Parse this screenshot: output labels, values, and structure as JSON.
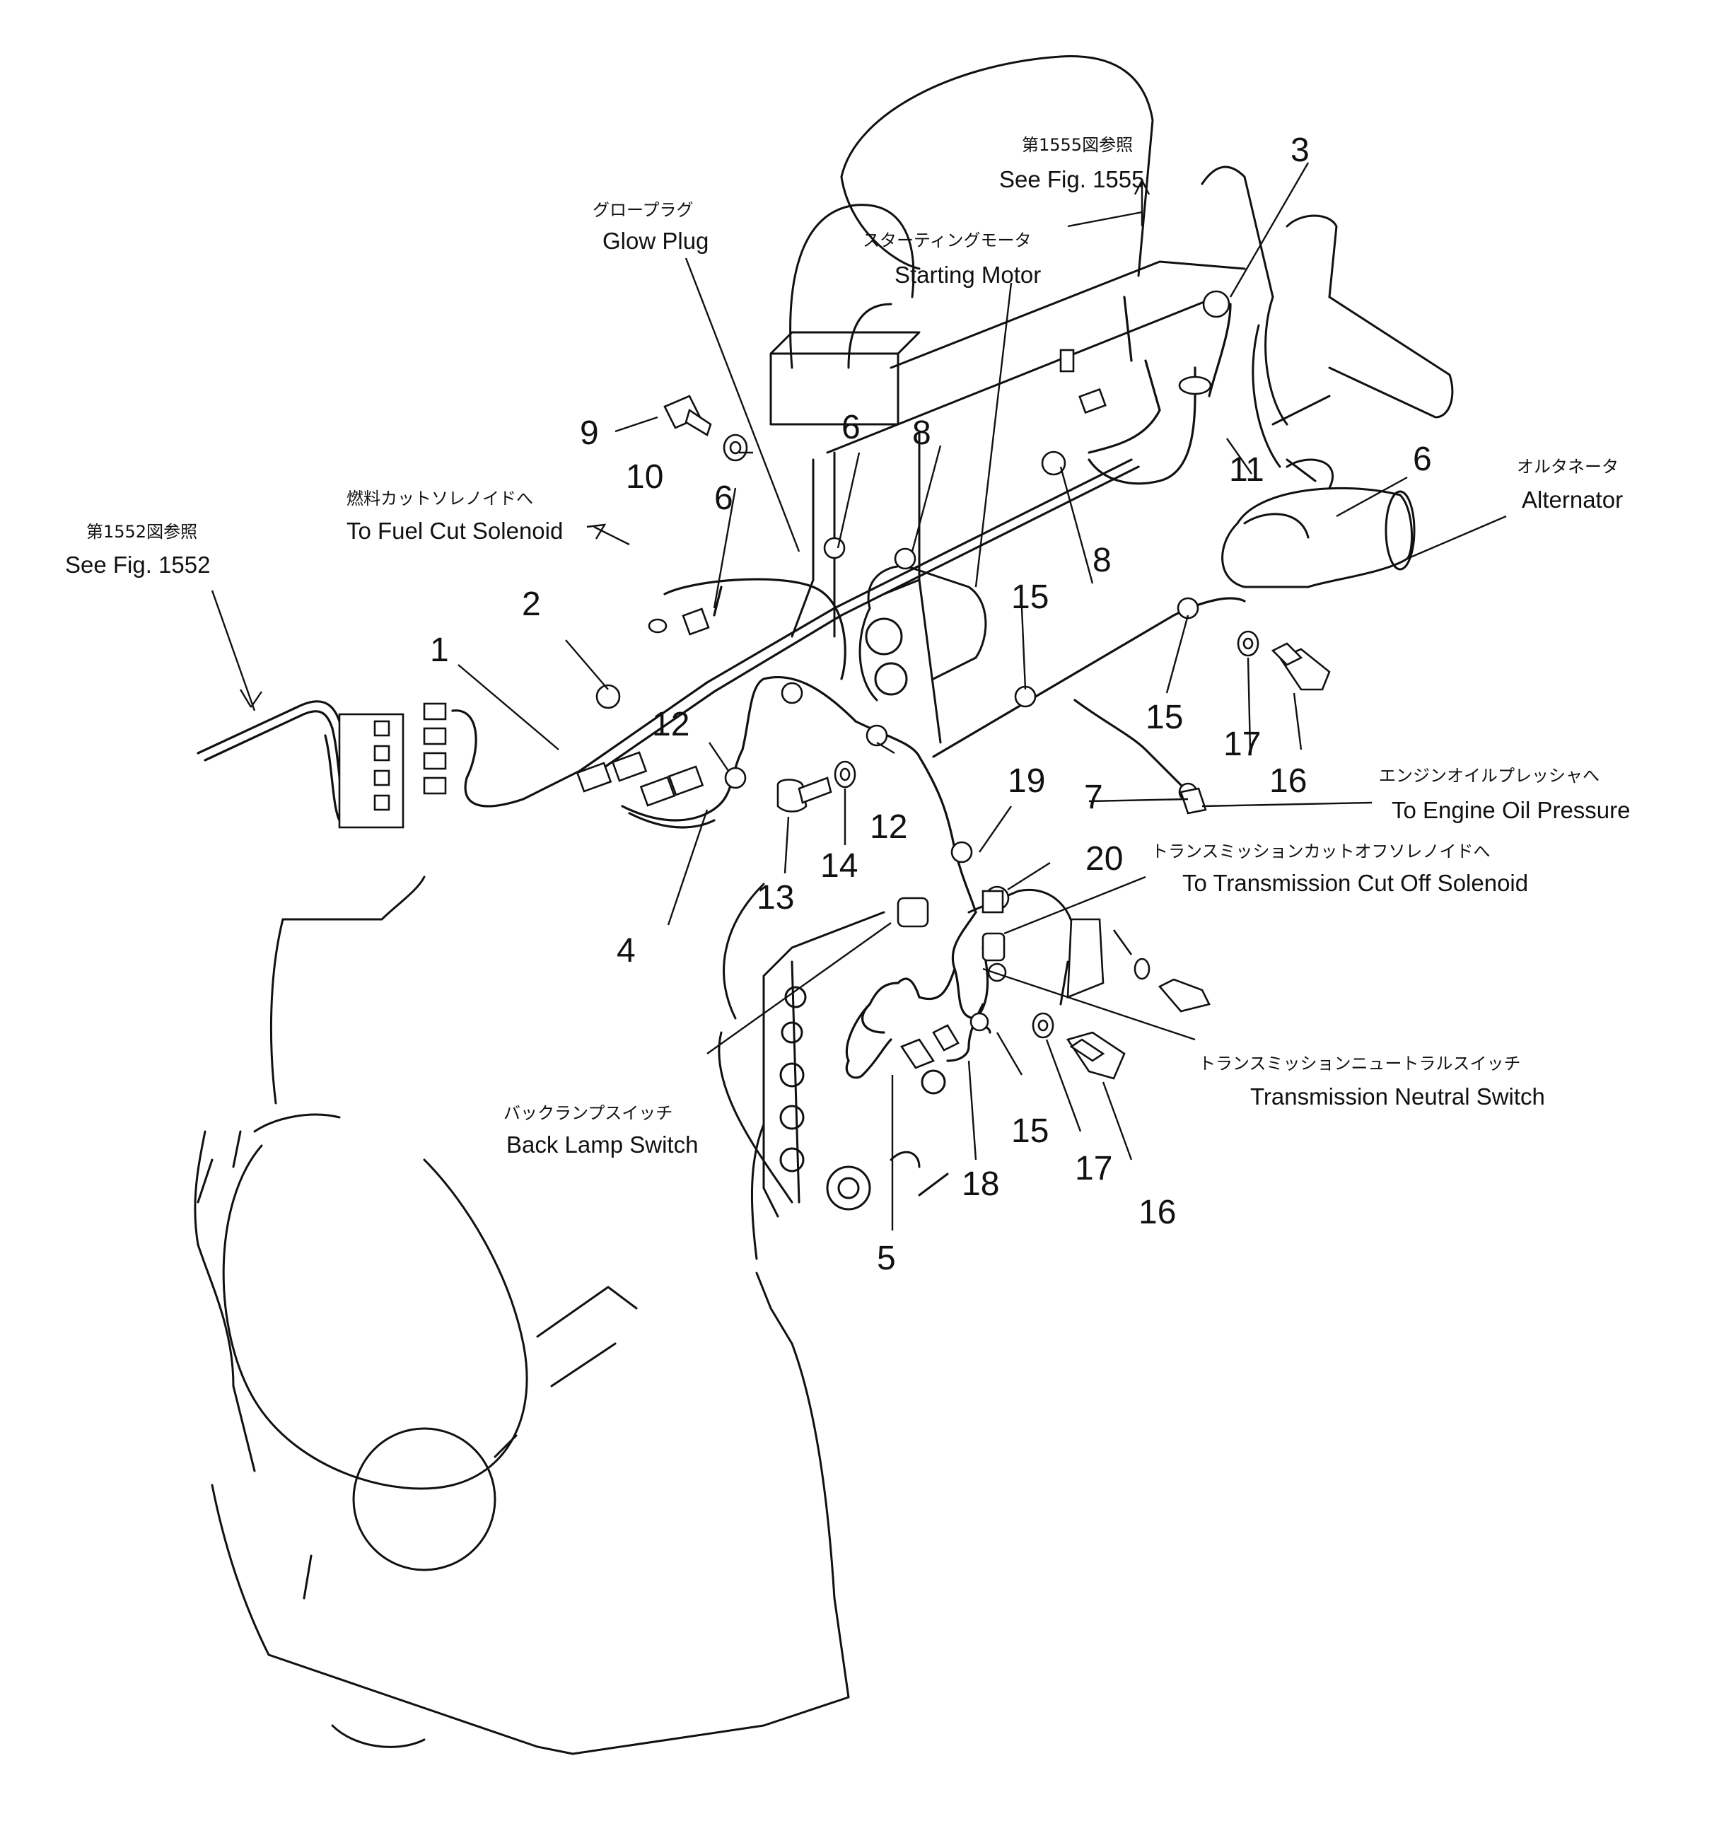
{
  "figure": {
    "refs": {
      "see_fig_1552_jp": "第1552図参照",
      "see_fig_1552_en": "See Fig. 1552",
      "see_fig_1555_jp": "第1555図参照",
      "see_fig_1555_en": "See Fig. 1555"
    },
    "labels": {
      "glow_plug_jp": "グロープラグ",
      "glow_plug_en": "Glow Plug",
      "starting_motor_jp": "スターティングモータ",
      "starting_motor_en": "Starting Motor",
      "fuel_cut_jp": "燃料カットソレノイドへ",
      "fuel_cut_en": "To Fuel Cut Solenoid",
      "alternator_jp": "オルタネータ",
      "alternator_en": "Alternator",
      "oil_pressure_jp": "エンジンオイルプレッシャへ",
      "oil_pressure_en": "To Engine Oil Pressure",
      "trans_cut_jp": "トランスミッションカットオフソレノイドへ",
      "trans_cut_en": "To Transmission Cut Off Solenoid",
      "neutral_switch_jp": "トランスミッションニュートラルスイッチ",
      "neutral_switch_en": "Transmission Neutral Switch",
      "back_lamp_jp": "バックランプスイッチ",
      "back_lamp_en": "Back Lamp Switch"
    },
    "part_numbers": {
      "p1": "1",
      "p2": "2",
      "p3": "3",
      "p4": "4",
      "p5": "5",
      "p6a": "6",
      "p6b": "6",
      "p6c": "6",
      "p7": "7",
      "p8a": "8",
      "p8b": "8",
      "p9": "9",
      "p10": "10",
      "p11": "11",
      "p12a": "12",
      "p12b": "12",
      "p13": "13",
      "p14": "14",
      "p15a": "15",
      "p15b": "15",
      "p15c": "15",
      "p16a": "16",
      "p16b": "16",
      "p17a": "17",
      "p17b": "17",
      "p18": "18",
      "p19": "19",
      "p20": "20"
    }
  }
}
